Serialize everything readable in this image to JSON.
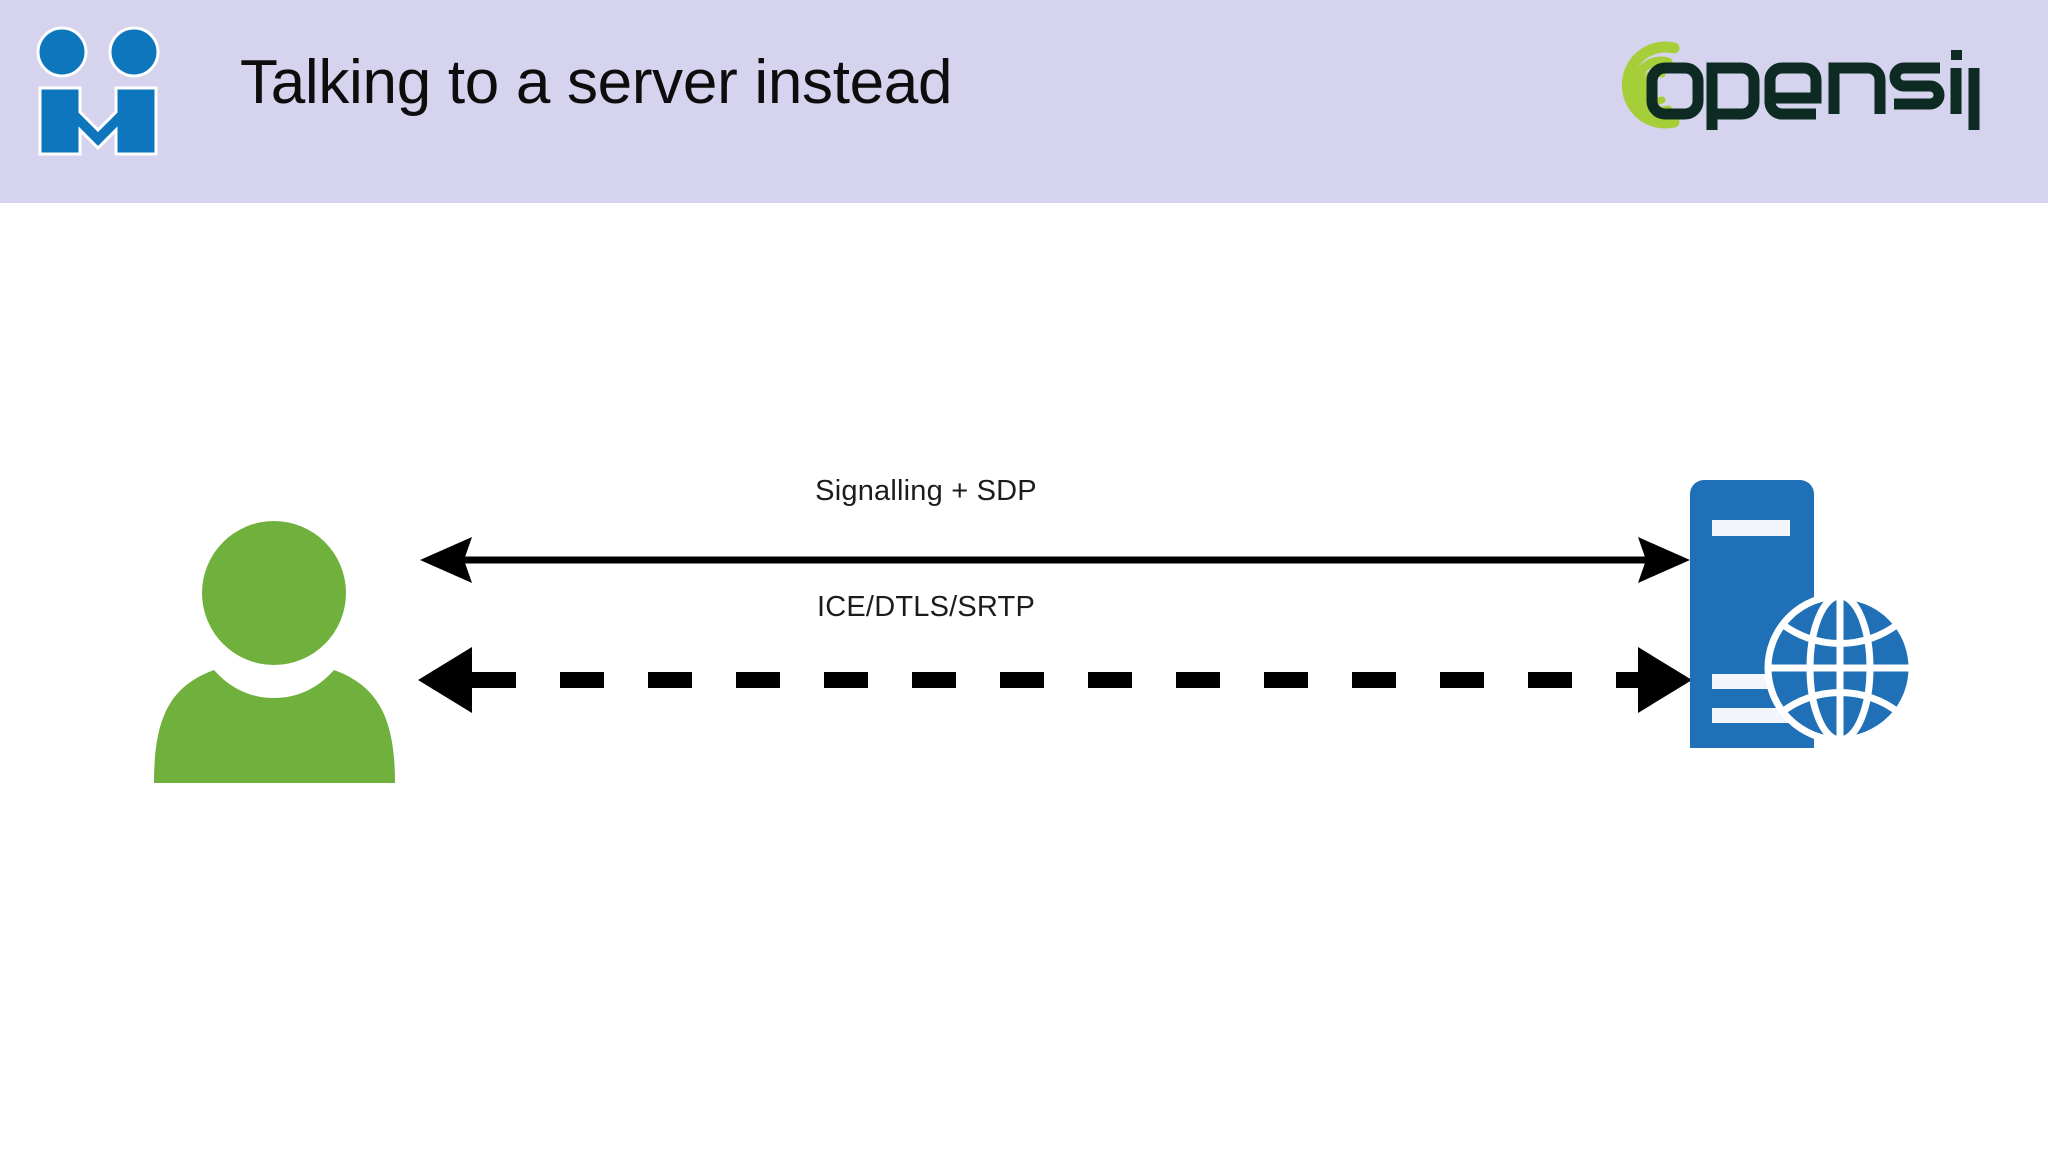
{
  "slide": {
    "title": "Talking to a server instead",
    "background_color": "#ffffff",
    "header_color": "#d5d3ee"
  },
  "brand": {
    "matrix_logo_name": "matrix-logo",
    "matrix_logo_color": "#0e76bc",
    "opensips_logo_name": "opensips-logo",
    "opensips_wordmark": "opensips",
    "opensips_text_color": "#0d2b22",
    "opensips_spiral_color": "#a5ce39"
  },
  "diagram": {
    "type": "sequence",
    "left_endpoint": {
      "name": "user",
      "icon": "person-icon",
      "color": "#6fb13c"
    },
    "right_endpoint": {
      "name": "server",
      "icon": "server-globe-icon",
      "color": "#2070b8"
    },
    "flows": [
      {
        "label": "Signalling + SDP",
        "style": "solid",
        "direction": "bidirectional",
        "color": "#000000"
      },
      {
        "label": "ICE/DTLS/SRTP",
        "style": "dashed",
        "direction": "bidirectional",
        "color": "#000000"
      }
    ]
  }
}
